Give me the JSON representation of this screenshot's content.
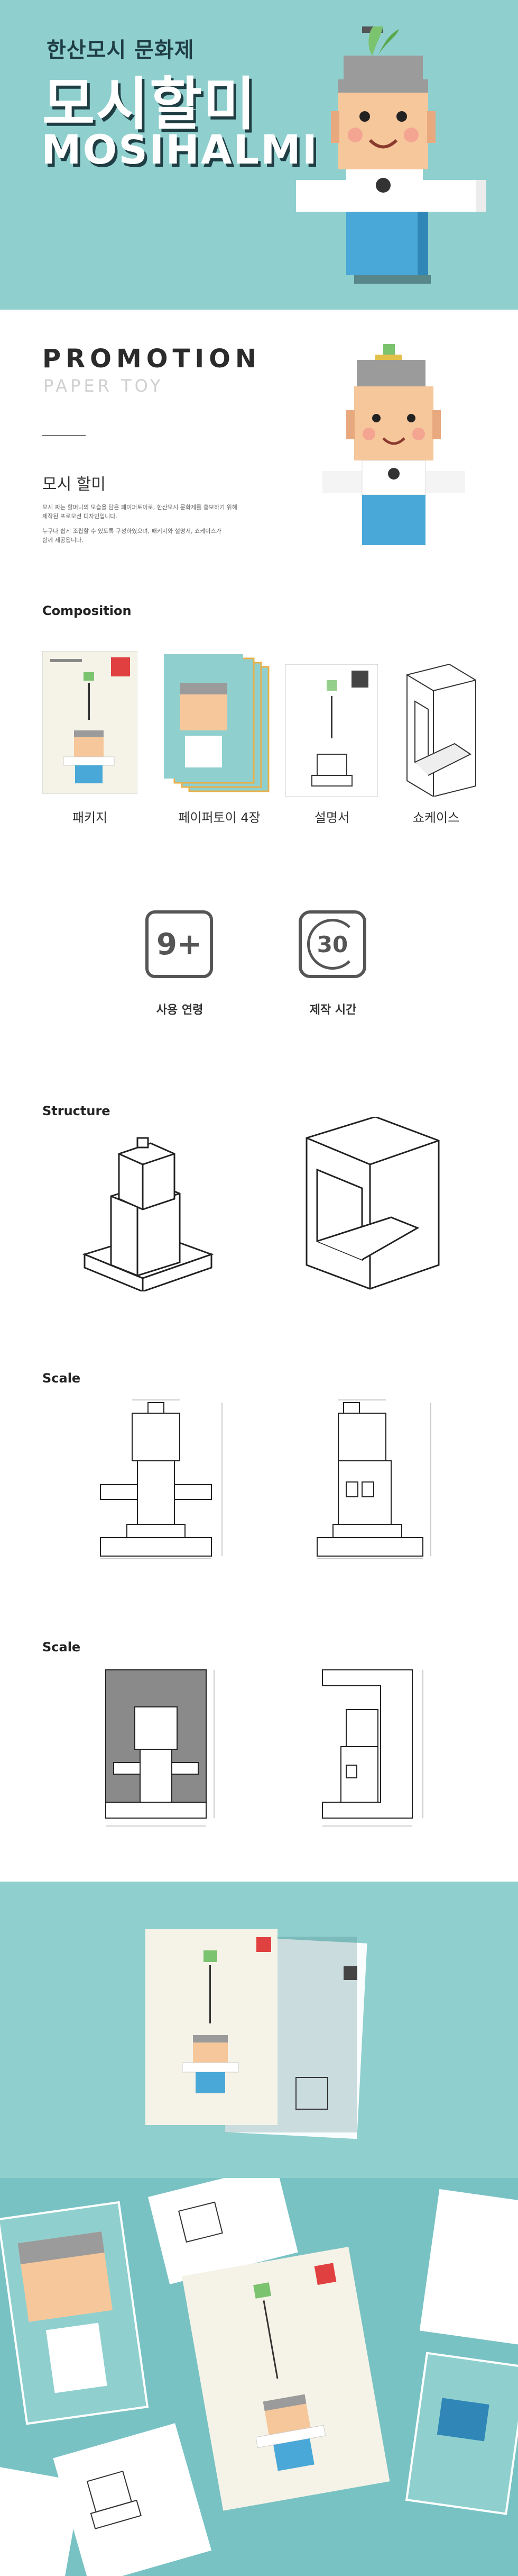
{
  "hero": {
    "subtitle": "한산모시 문화제",
    "title_ko": "모시할미",
    "title_en": "MOSIHALMI"
  },
  "promotion": {
    "title": "PROMOTION",
    "subtitle": "PAPER TOY",
    "name": "모시 할미",
    "desc_line1": "모시 짜는 할머니의 모습을 담은 페이퍼토이로, 한산모시 문화제를 홍보하기 위해",
    "desc_line2": "제작된 프로모션 디자인입니다.",
    "desc_line3": "누구나 쉽게 조립할 수 있도록 구성하였으며, 패키지와 설명서, 쇼케이스가",
    "desc_line4": "함께 제공됩니다."
  },
  "composition": {
    "title": "Composition",
    "items": [
      "패키지",
      "페이퍼토이 4장",
      "설명서",
      "쇼케이스"
    ]
  },
  "info": {
    "age_value": "9+",
    "age_label": "사용 연령",
    "time_value": "30",
    "time_label": "제작 시간"
  },
  "structure": {
    "title": "Structure"
  },
  "scale1": {
    "title": "Scale"
  },
  "scale2": {
    "title": "Scale"
  },
  "colors": {
    "teal": "#8fd0cf",
    "navy_shadow": "#1f3e44",
    "skin": "#f6c79a",
    "hanbok_blue": "#4aa8d8",
    "cream": "#f5f3e7"
  },
  "icons": [
    "paper-toy-character-icon",
    "package-icon",
    "sheets-icon",
    "manual-icon",
    "showcase-icon"
  ]
}
